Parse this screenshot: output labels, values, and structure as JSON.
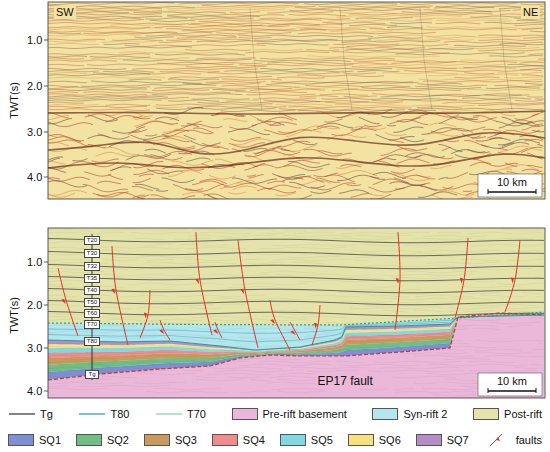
{
  "diagram": {
    "nodes": [
      {
        "text": [
          "T20"
        ]
      },
      {
        "text": [
          "T30"
        ]
      },
      {
        "text": [
          "T32"
        ]
      },
      {
        "text": [
          "T35"
        ]
      },
      {
        "text": [
          "T40"
        ]
      },
      {
        "text": [
          "T50"
        ]
      },
      {
        "text": [
          "T60"
        ]
      },
      {
        "text": [
          "T70"
        ]
      },
      {
        "text": [
          "T80"
        ]
      },
      {
        "text": [
          "Tg"
        ]
      }
    ],
    "labels": [
      "TWT(s)",
      "1.0",
      "2.0",
      "3.0",
      "4.0",
      "SW",
      "NE",
      "10 km",
      "TWT(s)",
      "1.0",
      "2.0",
      "3.0",
      "4.0",
      "EP17 fault",
      "10 km"
    ],
    "legend": [
      {
        "text": "Tg"
      },
      {
        "text": "T80"
      },
      {
        "text": "T70"
      },
      {
        "text": "Pre-rift basement",
        "color": "#ecb8d9"
      },
      {
        "text": "Syn-rift 2",
        "color": "#b3e6ef"
      },
      {
        "text": "Post-rift",
        "color": "#e4e4aa"
      },
      {
        "text": "SQ1",
        "color": "#7f8fd6"
      },
      {
        "text": "SQ2",
        "color": "#6dbf83"
      },
      {
        "text": "SQ3",
        "color": "#c99a5b"
      },
      {
        "text": "SQ4",
        "color": "#f28b8b"
      },
      {
        "text": "SQ5",
        "color": "#7fd9e3"
      },
      {
        "text": "SQ6",
        "color": "#f7e27d"
      },
      {
        "text": "SQ7",
        "color": "#b48dc9"
      },
      {
        "text": "faults"
      }
    ]
  }
}
